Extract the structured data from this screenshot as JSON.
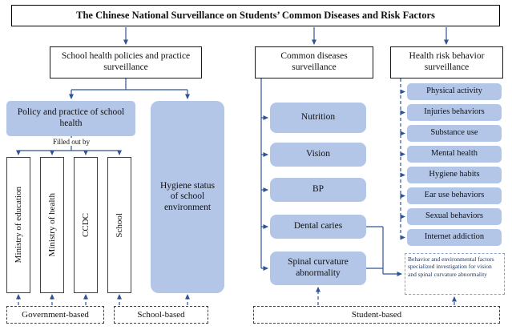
{
  "title": "The Chinese National Surveillance on Students’ Common Diseases and Risk Factors",
  "left": {
    "header": "School health policies and practice surveillance",
    "policy_box": "Policy and practice of school health",
    "filled_out_by": "Filled out by",
    "orgs": [
      "Ministry of education",
      "Ministry of health",
      "CCDC",
      "School"
    ],
    "hygiene_box": "Hygiene status of school environment"
  },
  "middle": {
    "header": "Common diseases surveillance",
    "items": [
      "Nutrition",
      "Vision",
      "BP",
      "Dental caries",
      "Spinal curvature abnormality"
    ]
  },
  "right": {
    "header": "Health risk behavior surveillance",
    "items": [
      "Physical activity",
      "Injuries behaviors",
      "Substance use",
      "Mental health",
      "Hygiene habits",
      "Ear use behaviors",
      "Sexual behaviors",
      "Internet addiction"
    ],
    "special_note": "Behavior and environmental factors specialized investigation for vision and spinal curvature abnormality"
  },
  "footer": {
    "government_based": "Government-based",
    "school_based": "School-based",
    "student_based": "Student-based"
  },
  "colors": {
    "box_fill": "#b3c6e7",
    "line_color": "#2f5496",
    "border_dark": "#404040"
  }
}
